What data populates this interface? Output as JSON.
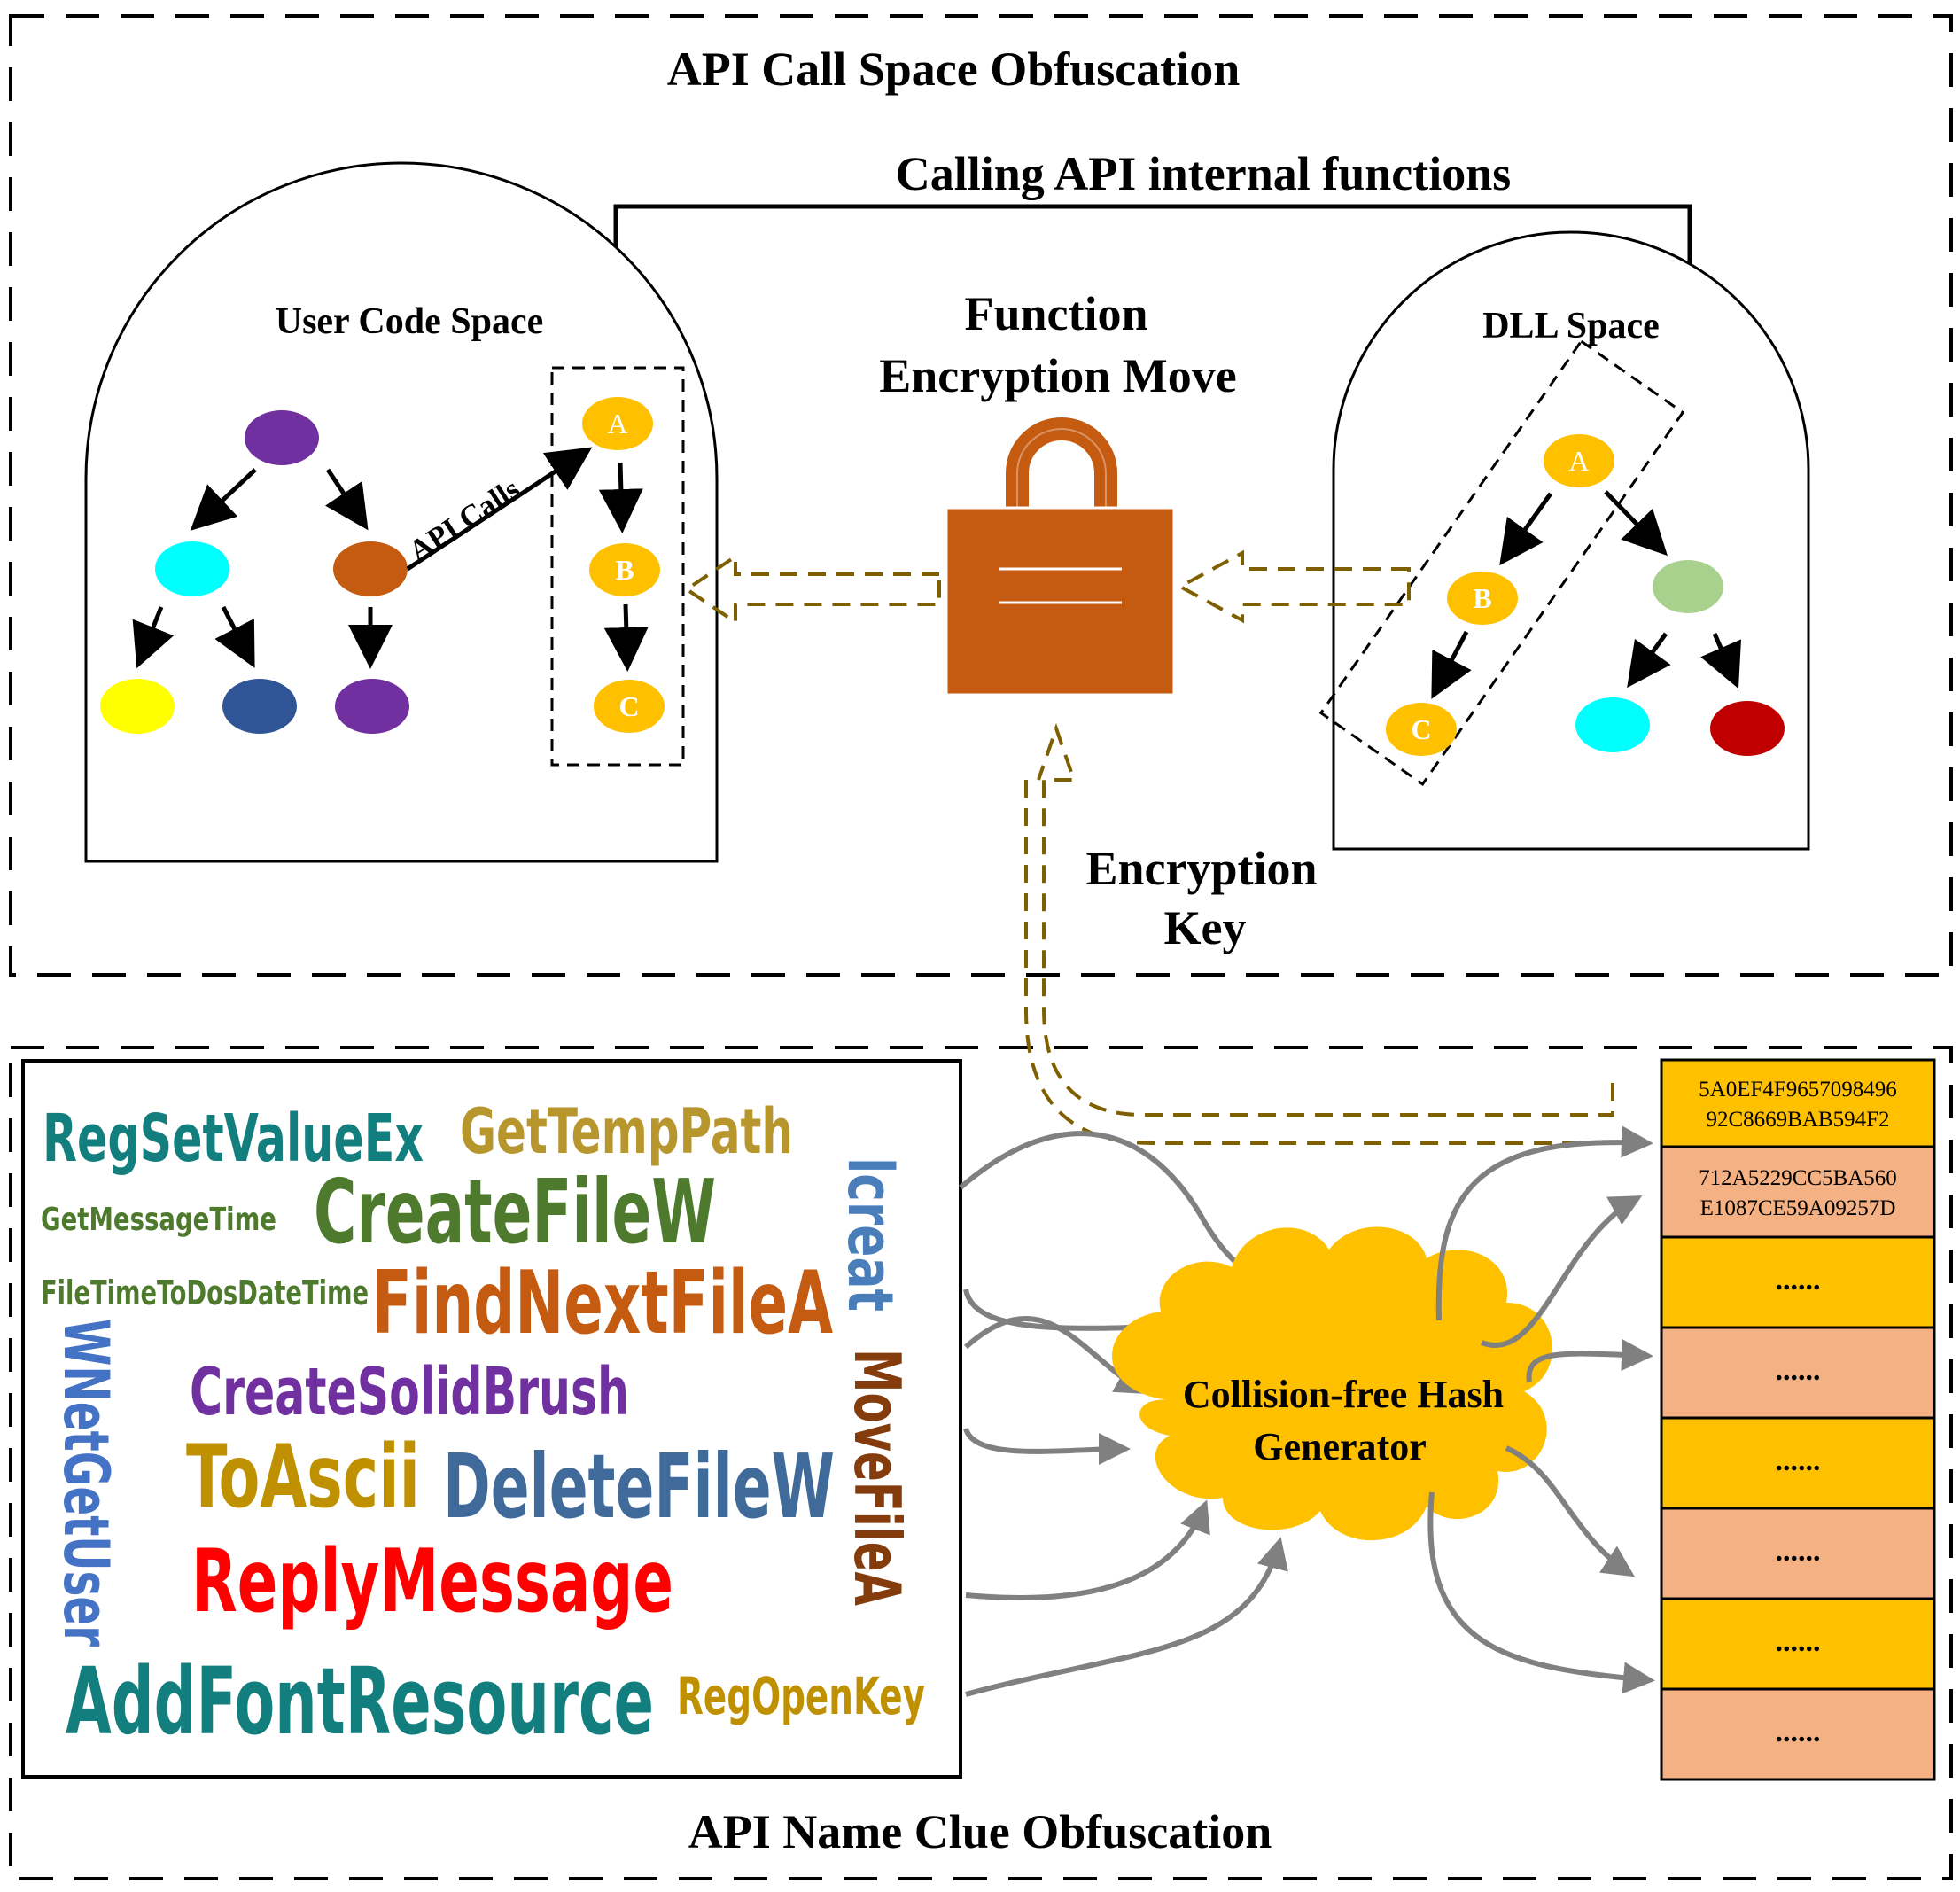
{
  "titles": {
    "top": "API Call Space Obfuscation",
    "bottom": "API Name Clue Obfuscation",
    "calling": "Calling API internal functions"
  },
  "user_space": {
    "label": "User Code Space",
    "api_calls_label": "API Calls",
    "nodes": {
      "a": "A",
      "b": "B",
      "c": "C"
    }
  },
  "dll_space": {
    "label": "DLL Space",
    "nodes": {
      "a": "A",
      "b": "B",
      "c": "C"
    }
  },
  "lock": {
    "label_line1": "Function",
    "label_line2": "Encryption Move"
  },
  "encryption_key": {
    "line1": "Encryption",
    "line2": "Key"
  },
  "hash_generator": {
    "line1": "Collision-free Hash",
    "line2": "Generator"
  },
  "hash_table": {
    "rows": [
      {
        "line1": "5A0EF4F9657098496",
        "line2": "92C8669BAB594F2",
        "color": "#FFC000"
      },
      {
        "line1": "712A5229CC5BA560",
        "line2": "E1087CE59A09257D",
        "color": "#F4B183"
      },
      {
        "line1": "......",
        "line2": "",
        "color": "#FFC000"
      },
      {
        "line1": "......",
        "line2": "",
        "color": "#F4B183"
      },
      {
        "line1": "......",
        "line2": "",
        "color": "#FFC000"
      },
      {
        "line1": "......",
        "line2": "",
        "color": "#F4B183"
      },
      {
        "line1": "......",
        "line2": "",
        "color": "#FFC000"
      },
      {
        "line1": "......",
        "line2": "",
        "color": "#F4B183"
      }
    ]
  },
  "word_cloud": [
    {
      "text": "RegSetValueEx",
      "color": "#137E7E"
    },
    {
      "text": "GetTempPath",
      "color": "#B8962E"
    },
    {
      "text": "GetMessageTime",
      "color": "#4E7A2E"
    },
    {
      "text": "CreateFileW",
      "color": "#4E7A2E"
    },
    {
      "text": "lcreat",
      "color": "#4A7EBB"
    },
    {
      "text": "FileTimeToDosDateTime",
      "color": "#4E7A2E"
    },
    {
      "text": "FindNextFileA",
      "color": "#C55A11"
    },
    {
      "text": "WNetGetUser",
      "color": "#4472C4"
    },
    {
      "text": "MoveFileA",
      "color": "#843C0C"
    },
    {
      "text": "CreateSolidBrush",
      "color": "#7030A0"
    },
    {
      "text": "ToAscii",
      "color": "#BF9000"
    },
    {
      "text": "DeleteFileW",
      "color": "#3F6A9A"
    },
    {
      "text": "ReplyMessage",
      "color": "#FF0000"
    },
    {
      "text": "AddFontResource",
      "color": "#137E7E"
    },
    {
      "text": "RegOpenKey",
      "color": "#BF9000"
    }
  ],
  "node_colors": {
    "user_top": "#7030A0",
    "user_left": "#00FFFF",
    "user_right": "#C55A11",
    "user_leaf1": "#FFFF00",
    "user_leaf2": "#2F5597",
    "user_leaf3": "#7030A0",
    "api_node": "#FFC000",
    "dll_top": "#A9D18E",
    "dll_leaf1": "#00FFFF",
    "dll_leaf2": "#C00000",
    "lock_body": "#C55A11",
    "dashed_arrow": "#7F6000",
    "gray_arrow": "#808080"
  }
}
